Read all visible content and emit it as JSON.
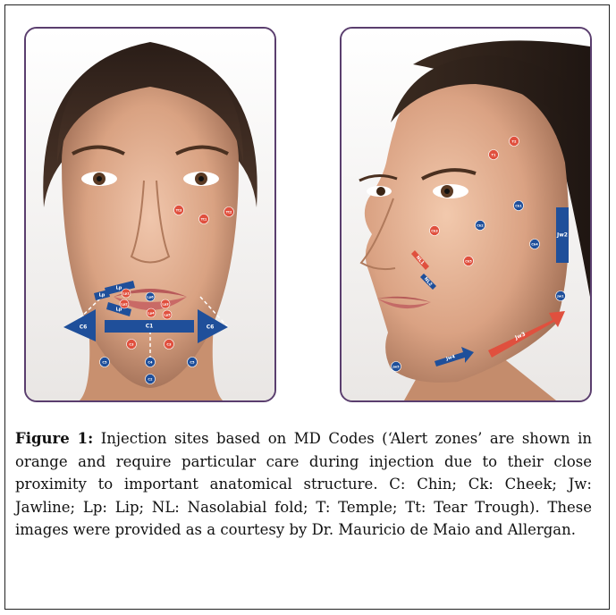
{
  "figure": {
    "label": "Figure 1:",
    "caption_text": " Injection sites based on MD Codes (‘Alert zones’ are shown in orange and require particular care during injection due to their close proximity to important anatomical structure. C: Chin; Ck: Cheek; Jw: Jawline; Lp: Lip; NL: Nasolabial fold; T: Temple; Tt: Tear Trough). These images were provided as a courtesy by Dr. Mauricio de Maio and Allergan."
  },
  "colors": {
    "alert": "#e0503e",
    "standard": "#1f4f9a",
    "panel_border": "#5a3e6e"
  },
  "front_view": {
    "markers": [
      {
        "label": "Tt3",
        "type": "alert"
      },
      {
        "label": "Tt2",
        "type": "alert"
      },
      {
        "label": "Tt1",
        "type": "alert"
      },
      {
        "label": "Lp1",
        "type": "alert"
      },
      {
        "label": "Lp2",
        "type": "alert"
      },
      {
        "label": "Lp6",
        "type": "standard"
      },
      {
        "label": "Lp3",
        "type": "alert"
      },
      {
        "label": "Lp4",
        "type": "alert"
      },
      {
        "label": "Lp5",
        "type": "alert"
      },
      {
        "label": "C3",
        "type": "alert"
      },
      {
        "label": "C3",
        "type": "alert"
      },
      {
        "label": "C4",
        "type": "standard"
      },
      {
        "label": "C5",
        "type": "standard"
      },
      {
        "label": "C5",
        "type": "standard"
      },
      {
        "label": "C2",
        "type": "standard"
      }
    ],
    "bars": [
      {
        "label": "C1",
        "type": "standard"
      },
      {
        "label": "C6",
        "type": "standard"
      },
      {
        "label": "C6",
        "type": "standard"
      },
      {
        "label": "Lp",
        "type": "standard"
      },
      {
        "label": "Lp",
        "type": "standard"
      },
      {
        "label": "Lp",
        "type": "standard"
      }
    ]
  },
  "side_view": {
    "markers": [
      {
        "label": "T2",
        "type": "alert"
      },
      {
        "label": "T1",
        "type": "alert"
      },
      {
        "label": "Ck1",
        "type": "standard"
      },
      {
        "label": "Ck2",
        "type": "standard"
      },
      {
        "label": "Ck3",
        "type": "alert"
      },
      {
        "label": "Ck4",
        "type": "standard"
      },
      {
        "label": "Ck5",
        "type": "alert"
      },
      {
        "label": "Jw1",
        "type": "standard"
      },
      {
        "label": "Jw5",
        "type": "standard"
      }
    ],
    "bars": [
      {
        "label": "Jw2",
        "type": "standard"
      },
      {
        "label": "Jw3",
        "type": "alert"
      },
      {
        "label": "Jw4",
        "type": "standard"
      },
      {
        "label": "NL1",
        "type": "alert"
      },
      {
        "label": "NL2",
        "type": "standard"
      }
    ]
  }
}
